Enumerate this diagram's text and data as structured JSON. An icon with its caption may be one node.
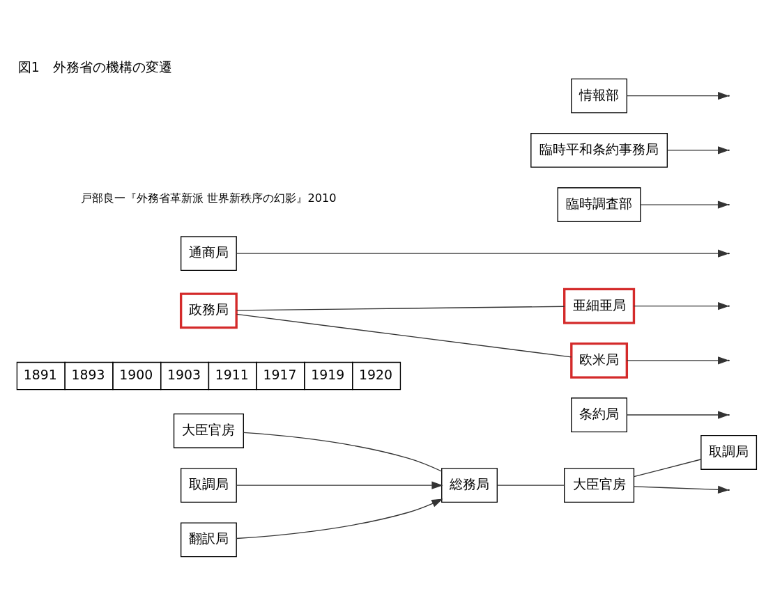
{
  "diagram": {
    "title": "図1　外務省の機構の変遷",
    "caption": "戸部良一『外務省革新派 世界新秩序の幻影』2010",
    "nodes": [
      {
        "text": [
          "大臣官房"
        ]
      },
      {
        "text": [
          "総務局"
        ]
      },
      {
        "text": [
          "大臣官房"
        ]
      },
      {
        "text": [
          "取調局"
        ]
      },
      {
        "text": [
          "取調局"
        ]
      },
      {
        "text": [
          "条約局"
        ]
      },
      {
        "text": [
          "翻訳局"
        ]
      },
      {
        "text": [
          "亜細亜局"
        ]
      },
      {
        "text": [
          "政務局"
        ]
      },
      {
        "text": [
          "欧米局"
        ]
      },
      {
        "text": [
          "通商局"
        ]
      },
      {
        "text": [
          "臨時調査部"
        ]
      },
      {
        "text": [
          "臨時平和条約事務局"
        ]
      },
      {
        "text": [
          "情報部"
        ]
      }
    ],
    "edges": [
      {
        "from": 0,
        "to": 1,
        "arrow": "none"
      },
      {
        "from": 3,
        "to": 1,
        "arrow": "to"
      },
      {
        "from": 6,
        "to": 1,
        "arrow": "to"
      },
      {
        "from": 1,
        "to": 2,
        "arrow": "none"
      },
      {
        "from": 2,
        "to": null,
        "arrow": "to"
      },
      {
        "from": 2,
        "to": 4,
        "arrow": "none"
      },
      {
        "from": 5,
        "to": null,
        "arrow": "to"
      },
      {
        "from": 8,
        "to": 7,
        "arrow": "none"
      },
      {
        "from": 8,
        "to": 9,
        "arrow": "none"
      },
      {
        "from": 7,
        "to": null,
        "arrow": "to"
      },
      {
        "from": 9,
        "to": null,
        "arrow": "to"
      },
      {
        "from": 10,
        "to": null,
        "arrow": "to"
      },
      {
        "from": 11,
        "to": null,
        "arrow": "to"
      },
      {
        "from": 12,
        "to": null,
        "arrow": "to"
      },
      {
        "from": 13,
        "to": null,
        "arrow": "to"
      }
    ],
    "labels": [
      "1891",
      "1893",
      "1900",
      "1903",
      "1911",
      "1917",
      "1919",
      "1920"
    ]
  }
}
